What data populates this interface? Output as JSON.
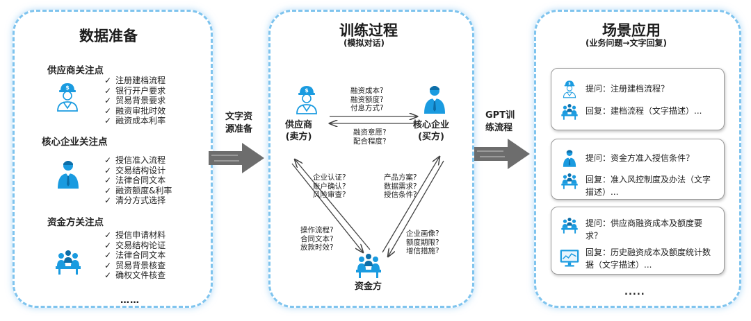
{
  "data_prep": {
    "title": "数据准备",
    "supplier": {
      "title": "供应商关注点",
      "items": [
        "注册建档流程",
        "银行开户要求",
        "贸易背景要求",
        "融资审批时效",
        "融资成本利率"
      ]
    },
    "core": {
      "title": "核心企业关注点",
      "items": [
        "授信准入流程",
        "交易结构设计",
        "法律合同文本",
        "融资额度&利率",
        "清分方式选择"
      ]
    },
    "funder": {
      "title": "资金方关注点",
      "items": [
        "授信申请材料",
        "交易结构论证",
        "法律合同文本",
        "贸易背景核查",
        "确权文件核查"
      ]
    },
    "more": "……"
  },
  "arrow1": {
    "line1": "文字资",
    "line2": "源准备"
  },
  "training": {
    "title": "训练过程",
    "subtitle": "(模拟对话)",
    "supplier": {
      "line1": "供应商",
      "line2": "(卖方)"
    },
    "core": {
      "line1": "核心企业",
      "line2": "(买方)"
    },
    "funder": "资金方",
    "q_supplier_to_core": [
      "融资成本?",
      "融资额度?",
      "付息方式?"
    ],
    "q_core_to_supplier": [
      "融资意愿?",
      "配合程度?"
    ],
    "q_funder_to_supplier": [
      "企业认证?",
      "账户确认?",
      "风险审查?"
    ],
    "q_supplier_to_funder": [
      "操作流程?",
      "合同文本?",
      "放款时效?"
    ],
    "q_funder_to_core": [
      "产品方案?",
      "数据需求?",
      "授信条件?"
    ],
    "q_core_to_funder": [
      "企业画像?",
      "额度期限?",
      "增信措施?"
    ]
  },
  "arrow2": {
    "line1": "GPT训",
    "line2": "练流程"
  },
  "scenario": {
    "title": "场景应用",
    "subtitle": "(业务问题→文字回复)",
    "cards": [
      {
        "q": "提问：注册建档流程？",
        "a": "回复：建档流程（文字描述）..."
      },
      {
        "q": "提问：资金方准入授信条件？",
        "a": "回复：准入风控制度及办法（文字描述）..."
      },
      {
        "q": "提问：供应商融资成本及额度要求？",
        "a": "回复：历史融资成本及额度统计数据（文字描述）..."
      }
    ],
    "more": "....."
  },
  "colors": {
    "accent": "#1a9be0",
    "dashed_border": "#7fc4ee",
    "arrow_gray": "#6d6d6d"
  },
  "icons": [
    "worker-icon",
    "businessman-icon",
    "meeting-icon",
    "monitor-chart-icon"
  ]
}
